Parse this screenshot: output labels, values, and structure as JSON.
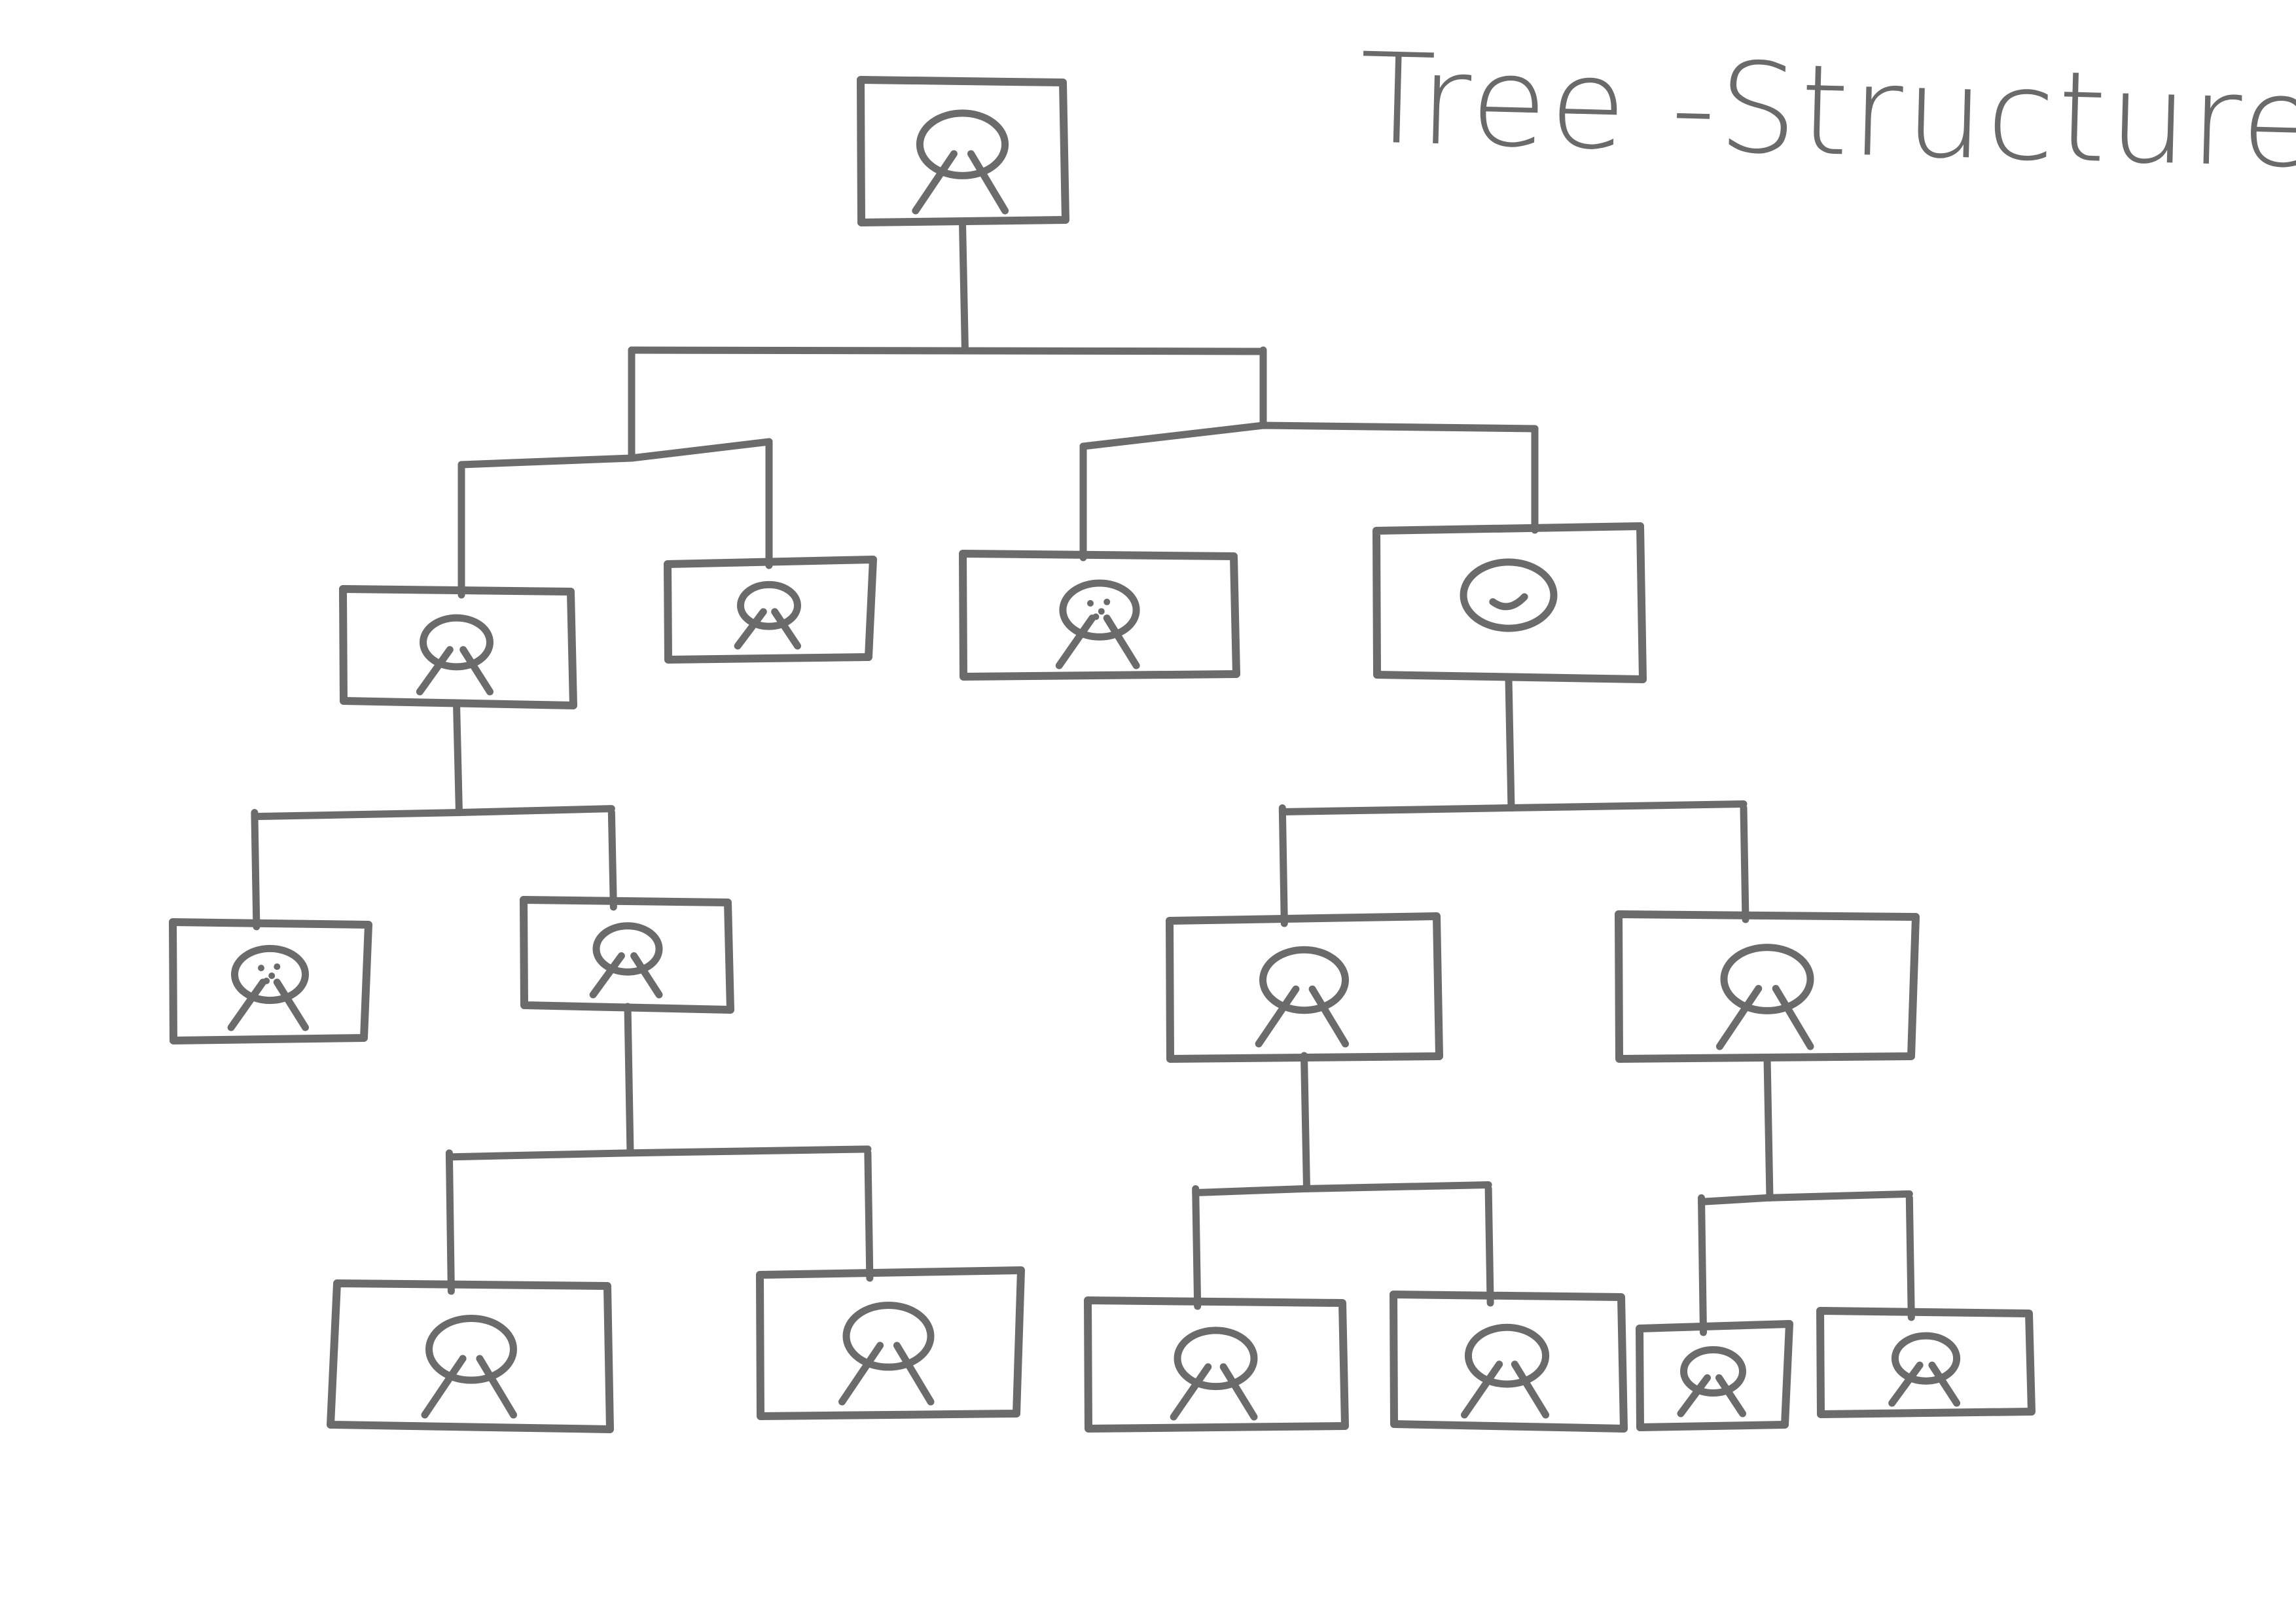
{
  "diagram": {
    "title": "Tree -Structured",
    "ink_color": "#6b6b6b",
    "background": "#ffffff",
    "node_icon": "person-icon",
    "nodes": [
      {
        "id": "root",
        "face": "plain"
      },
      {
        "id": "l1-a",
        "face": "plain"
      },
      {
        "id": "l1-b",
        "face": "plain"
      },
      {
        "id": "l1-c",
        "face": "dotted"
      },
      {
        "id": "l1-d",
        "face": "smile"
      },
      {
        "id": "l2-a",
        "face": "dotted"
      },
      {
        "id": "l2-b",
        "face": "plain"
      },
      {
        "id": "l2-c",
        "face": "plain"
      },
      {
        "id": "l2-d",
        "face": "plain"
      },
      {
        "id": "l3-a",
        "face": "plain"
      },
      {
        "id": "l3-b",
        "face": "plain"
      },
      {
        "id": "l3-c",
        "face": "plain"
      },
      {
        "id": "l3-d",
        "face": "plain"
      },
      {
        "id": "l3-e",
        "face": "plain"
      },
      {
        "id": "l3-f",
        "face": "plain"
      }
    ],
    "edges": [
      [
        "root",
        "l1-a"
      ],
      [
        "root",
        "l1-b"
      ],
      [
        "root",
        "l1-c"
      ],
      [
        "root",
        "l1-d"
      ],
      [
        "l1-a",
        "l2-a"
      ],
      [
        "l1-a",
        "l2-b"
      ],
      [
        "l1-d",
        "l2-c"
      ],
      [
        "l1-d",
        "l2-d"
      ],
      [
        "l2-b",
        "l3-a"
      ],
      [
        "l2-b",
        "l3-b"
      ],
      [
        "l2-c",
        "l3-c"
      ],
      [
        "l2-c",
        "l3-d"
      ],
      [
        "l2-d",
        "l3-e"
      ],
      [
        "l2-d",
        "l3-f"
      ]
    ]
  }
}
